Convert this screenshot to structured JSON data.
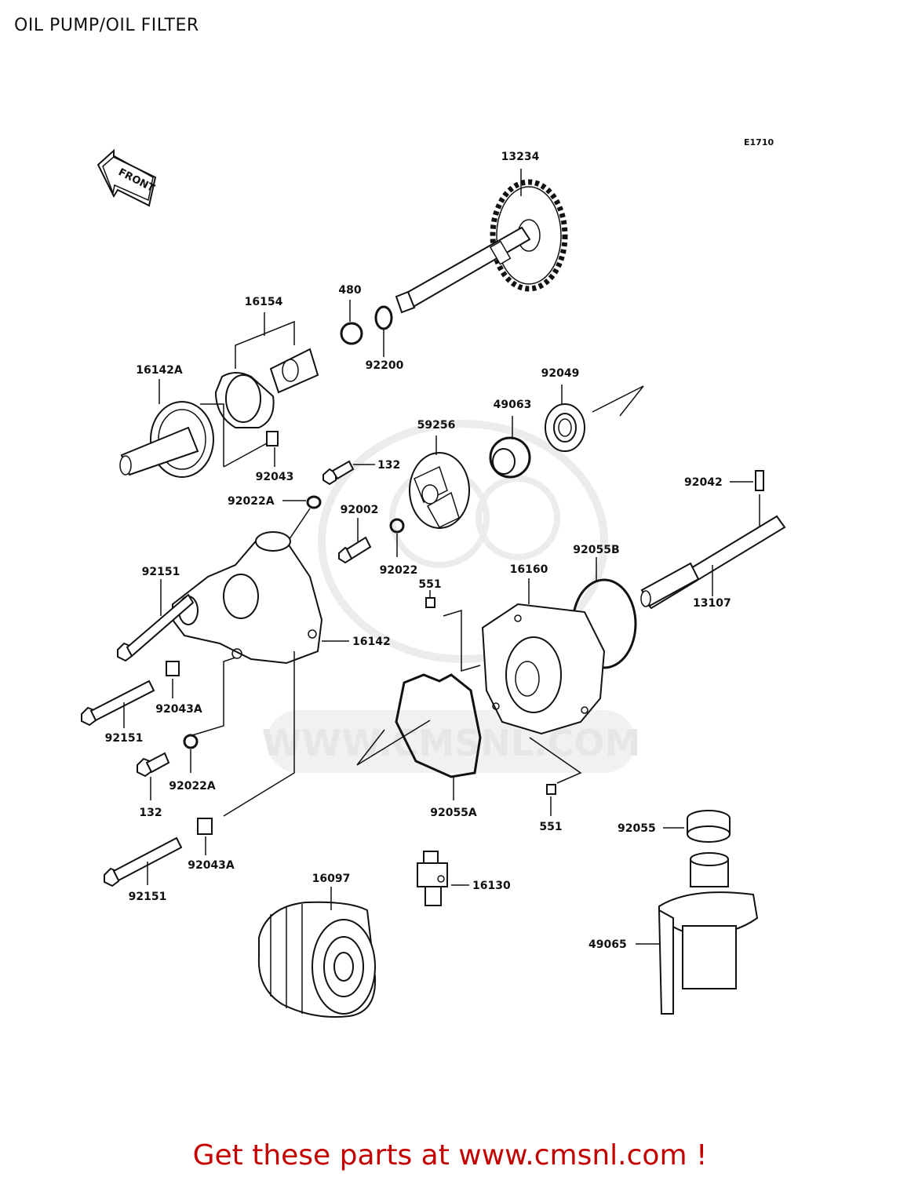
{
  "title": "OIL PUMP/OIL FILTER",
  "diagram_code": "E1710",
  "front_label": "FRONT",
  "watermark": "WWW.CMSNL.COM",
  "footer": "Get these parts at www.cmsnl.com !",
  "parts": [
    {
      "id": "p13234",
      "label": "13234"
    },
    {
      "id": "p480",
      "label": "480"
    },
    {
      "id": "p92200",
      "label": "92200"
    },
    {
      "id": "p16154",
      "label": "16154"
    },
    {
      "id": "p16142A",
      "label": "16142A"
    },
    {
      "id": "p92043",
      "label": "92043"
    },
    {
      "id": "p92049",
      "label": "92049"
    },
    {
      "id": "p49063",
      "label": "49063"
    },
    {
      "id": "p59256",
      "label": "59256"
    },
    {
      "id": "p132a",
      "label": "132"
    },
    {
      "id": "p92022A",
      "label": "92022A"
    },
    {
      "id": "p92002",
      "label": "92002"
    },
    {
      "id": "p92022",
      "label": "92022"
    },
    {
      "id": "p92042",
      "label": "92042"
    },
    {
      "id": "p92055B",
      "label": "92055B"
    },
    {
      "id": "p16160",
      "label": "16160"
    },
    {
      "id": "p92151a",
      "label": "92151"
    },
    {
      "id": "p551a",
      "label": "551"
    },
    {
      "id": "p13107",
      "label": "13107"
    },
    {
      "id": "p16142",
      "label": "16142"
    },
    {
      "id": "p92043A",
      "label": "92043A"
    },
    {
      "id": "p92151b",
      "label": "92151"
    },
    {
      "id": "p92022A2",
      "label": "92022A"
    },
    {
      "id": "p132b",
      "label": "132"
    },
    {
      "id": "p92055A",
      "label": "92055A"
    },
    {
      "id": "p551b",
      "label": "551"
    },
    {
      "id": "p92055",
      "label": "92055"
    },
    {
      "id": "p92043A2",
      "label": "92043A"
    },
    {
      "id": "p92151c",
      "label": "92151"
    },
    {
      "id": "p16097",
      "label": "16097"
    },
    {
      "id": "p16130",
      "label": "16130"
    },
    {
      "id": "p49065",
      "label": "49065"
    }
  ]
}
